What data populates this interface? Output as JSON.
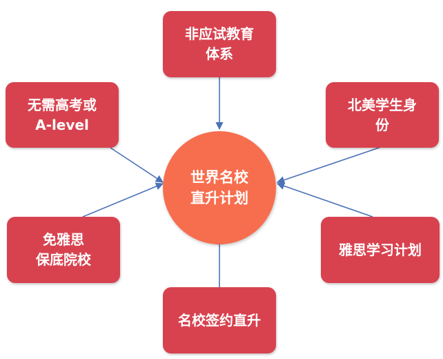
{
  "hub": {
    "label": "世界名校\n直升计划"
  },
  "nodes": {
    "top": {
      "label": "非应试教育\n体系"
    },
    "top_left": {
      "label": "无需高考或\nA-level"
    },
    "top_right": {
      "label": "北美学生身\n份"
    },
    "bottom_left": {
      "label": "免雅思\n保底院校"
    },
    "bottom_right": {
      "label": "雅思学习计划"
    },
    "bottom": {
      "label": "名校签约直升"
    }
  },
  "colors": {
    "node_fill": "#d8424f",
    "hub_fill": "#f76e4e",
    "connector": "#4a72b8"
  }
}
